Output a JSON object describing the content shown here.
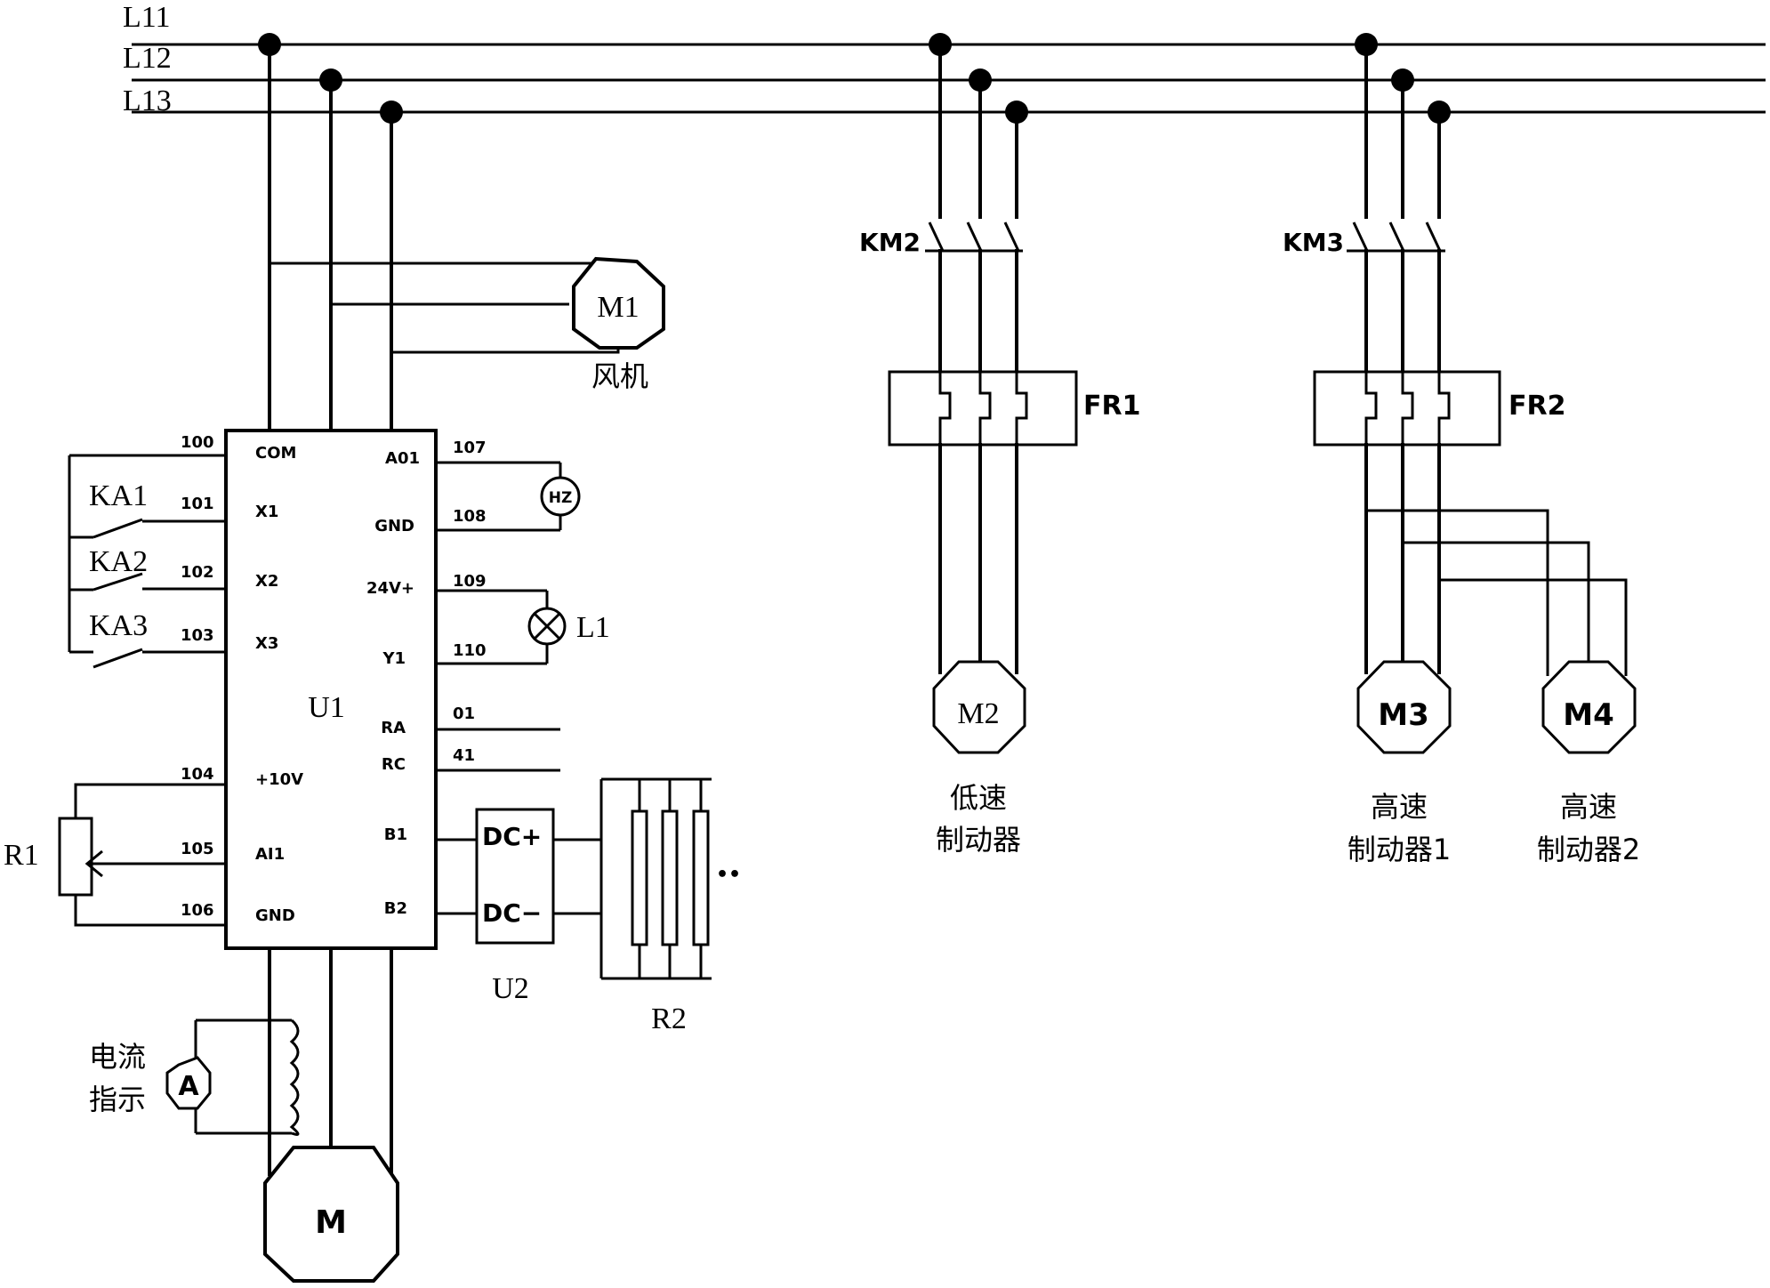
{
  "bus_lines": [
    "L11",
    "L12",
    "L13"
  ],
  "fan": {
    "motor": "M1",
    "caption": "风机"
  },
  "inverter": {
    "name": "U1",
    "left_pins": [
      {
        "num": "100",
        "name": "COM"
      },
      {
        "num": "101",
        "name": "X1"
      },
      {
        "num": "102",
        "name": "X2"
      },
      {
        "num": "103",
        "name": "X3"
      },
      {
        "num": "104",
        "name": "+10V"
      },
      {
        "num": "105",
        "name": "AI1"
      },
      {
        "num": "106",
        "name": "GND"
      }
    ],
    "right_pins": [
      {
        "num": "107",
        "name": "A01"
      },
      {
        "num": "108",
        "name": "GND"
      },
      {
        "num": "109",
        "name": "24V+"
      },
      {
        "num": "110",
        "name": "Y1"
      },
      {
        "num": "01",
        "name": "RA"
      },
      {
        "num": "41",
        "name": "RC"
      },
      {
        "num": "",
        "name": "B1"
      },
      {
        "num": "",
        "name": "B2"
      }
    ]
  },
  "relays": [
    "KA1",
    "KA2",
    "KA3"
  ],
  "potentiometer": "R1",
  "meter": {
    "symbol": "HZ"
  },
  "lamp": "L1",
  "brake_unit": {
    "name": "U2",
    "plus": "DC+",
    "minus": "DC−"
  },
  "brake_resistor": {
    "name": "R2",
    "more": "••"
  },
  "ammeter": {
    "symbol": "A",
    "caption_line1": "电流",
    "caption_line2": "指示"
  },
  "main_motor": "M",
  "contactors": [
    "KM2",
    "KM3"
  ],
  "overloads": [
    "FR1",
    "FR2"
  ],
  "brakes": [
    {
      "motor": "M2",
      "line1": "低速",
      "line2": "制动器"
    },
    {
      "motor": "M3",
      "line1": "高速",
      "line2": "制动器1"
    },
    {
      "motor": "M4",
      "line1": "高速",
      "line2": "制动器2"
    }
  ]
}
